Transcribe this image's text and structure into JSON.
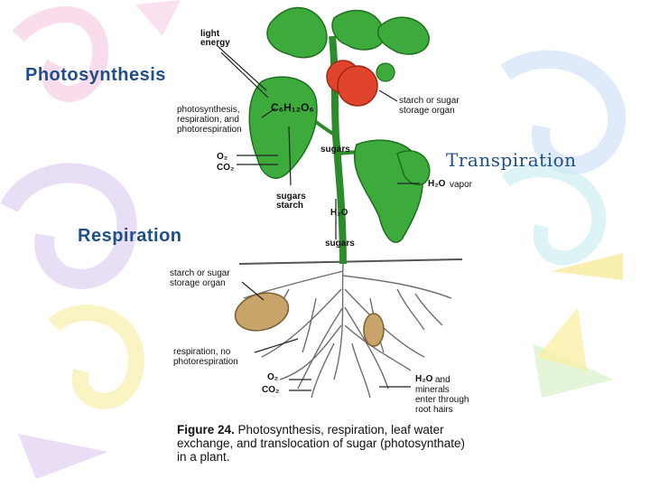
{
  "slide": {
    "titles": {
      "photosynthesis": "Photosynthesis",
      "transpiration": "Transpiration",
      "respiration": "Respiration"
    }
  },
  "diagram": {
    "labels": {
      "light": "light",
      "energy": "energy",
      "photosynthesis": "photosynthesis,",
      "respiration_and": "respiration, and",
      "photorespiration": "photorespiration",
      "starch_or_sugar_top": "starch or sugar",
      "storage_organ_top": "storage organ",
      "sugars_stem": "sugars",
      "sugars_left": "sugars",
      "starch": "starch",
      "h2o_vapor": "vapor",
      "h2o_stem": "H₂O",
      "sugars_bottom": "sugars",
      "starch_or_sugar_bottom": "starch or sugar",
      "storage_organ_bottom": "storage organ",
      "respiration_no": "respiration, no",
      "photorespiration_bottom": "photorespiration",
      "h2o_and": "and",
      "minerals": "minerals",
      "enter_through": "enter through",
      "root_hairs": "root hairs"
    },
    "chemistry": {
      "glucose": "C₆H₁₂O₆",
      "o2_top": "O₂",
      "co2_top": "CO₂",
      "h2o_vapor": "H₂O",
      "o2_bottom": "O₂",
      "co2_bottom": "CO₂",
      "h2o_roots": "H₂O"
    },
    "caption": {
      "figure": "Figure 24.",
      "text": "Photosynthesis, respiration, leaf water exchange, and translocation of sugar (photosynthate) in a plant."
    },
    "colors": {
      "leaf": "#3cab3c",
      "leaf_dark": "#1f6e1f",
      "tomato": "#e0442a",
      "potato": "#c9a46a",
      "title": "#1f4e8c",
      "ground": "#555555"
    }
  }
}
